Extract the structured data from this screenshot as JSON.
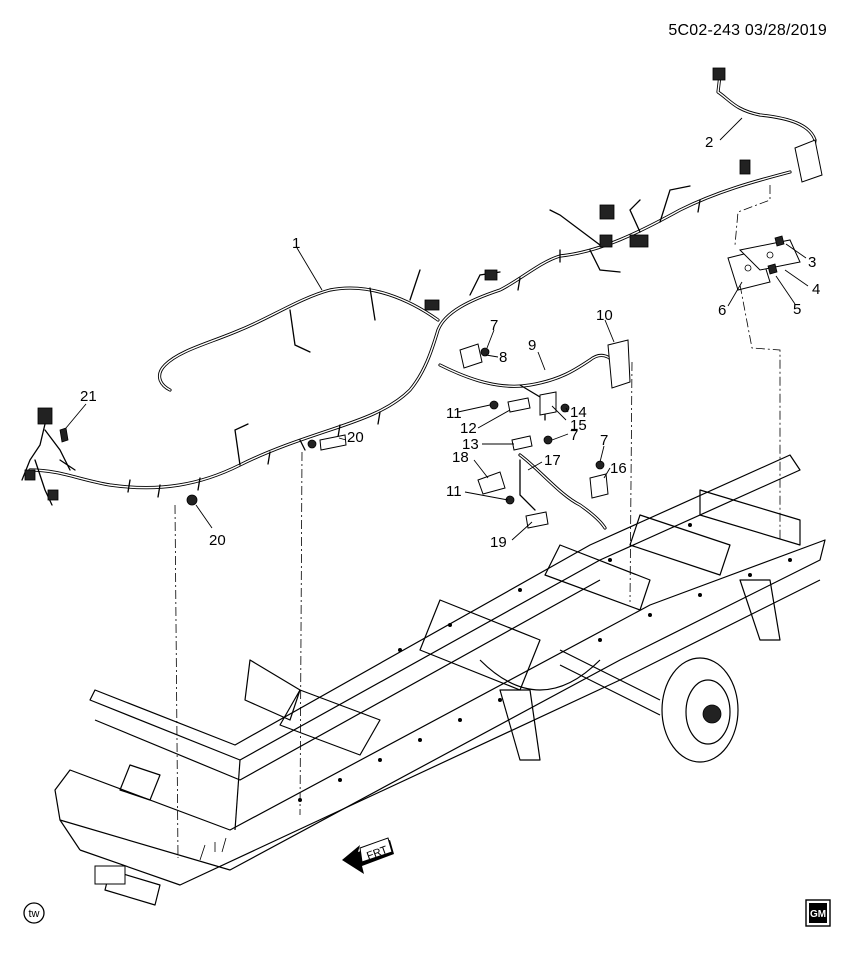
{
  "header": {
    "reference_code": "5C02-243  03/28/2019"
  },
  "callouts": [
    "1",
    "2",
    "3",
    "4",
    "5",
    "6",
    "7",
    "8",
    "9",
    "10",
    "11",
    "12",
    "13",
    "14",
    "15",
    "7",
    "7",
    "16",
    "17",
    "18",
    "11",
    "19",
    "20",
    "21",
    "20"
  ],
  "arrow_label": "FRT",
  "corner_badge": "tw",
  "logo": {
    "text": "GM"
  }
}
